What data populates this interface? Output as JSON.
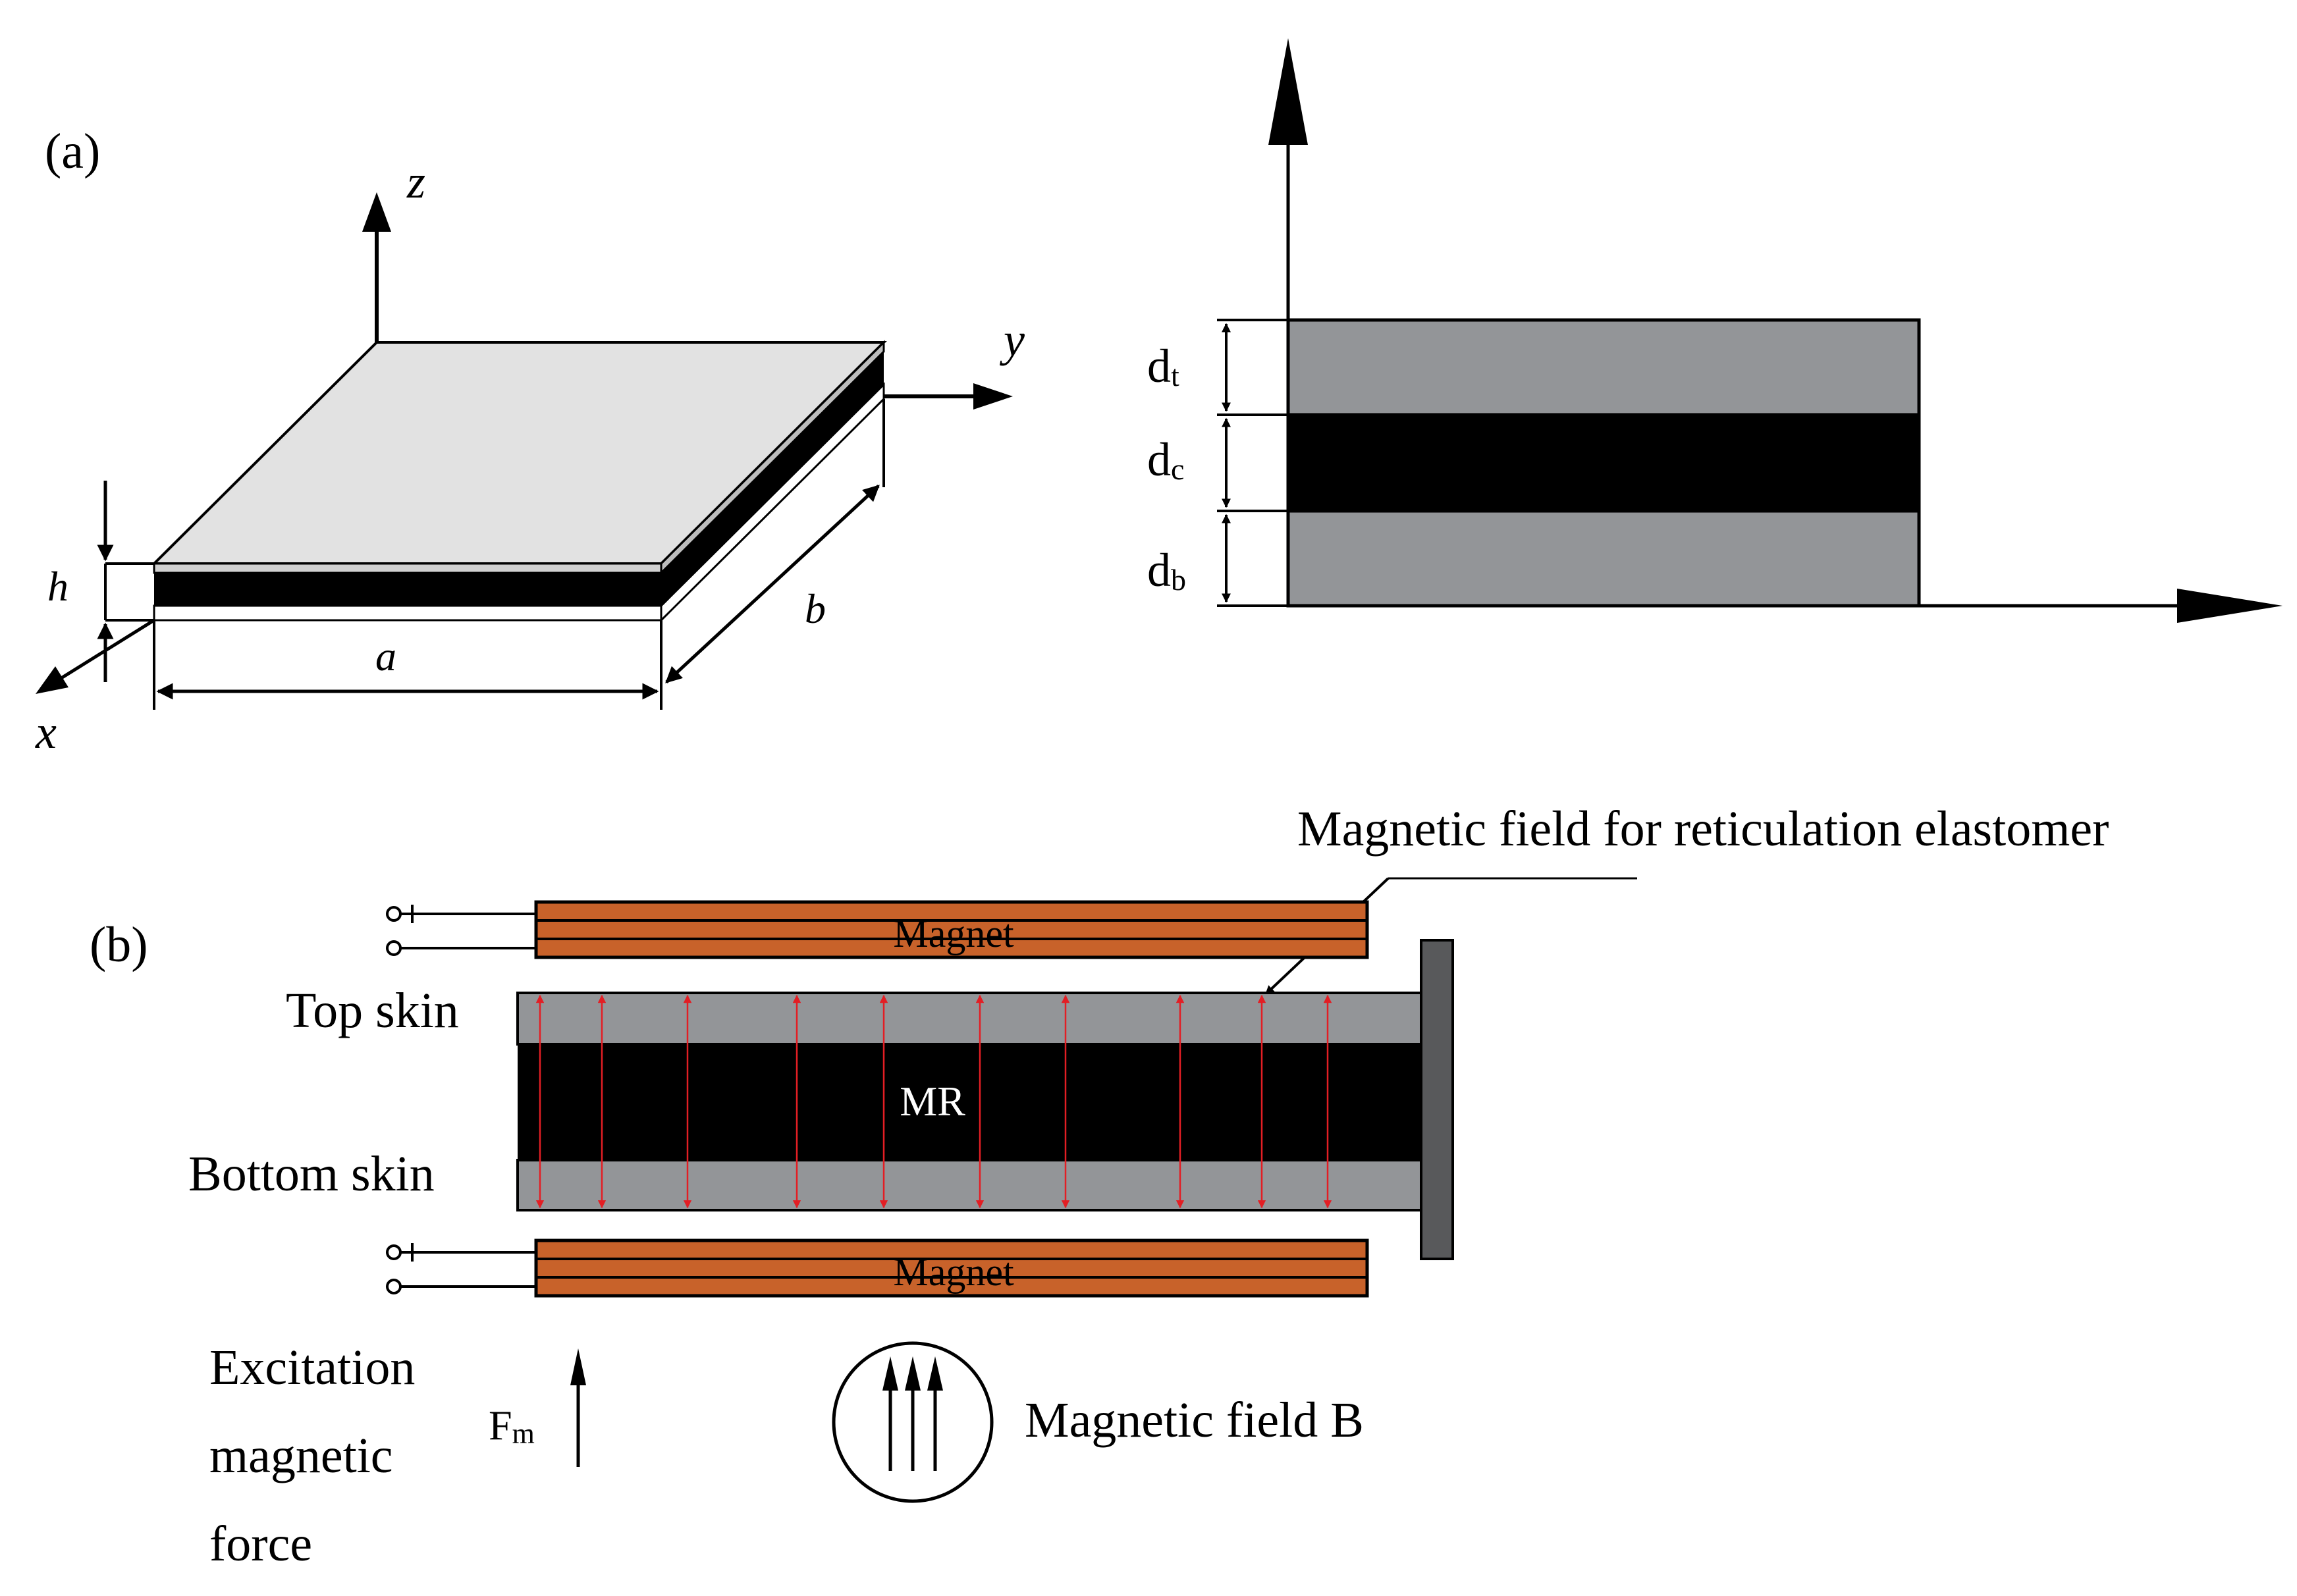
{
  "panel_a": {
    "label": "(a)",
    "axes": {
      "x": "x",
      "y": "y",
      "z": "z"
    },
    "dims": {
      "a": "a",
      "b": "b",
      "h": "h"
    },
    "layers": [
      {
        "symbol": "d",
        "sub": "t",
        "color": "#939598"
      },
      {
        "symbol": "d",
        "sub": "c",
        "color": "#000000"
      },
      {
        "symbol": "d",
        "sub": "b",
        "color": "#939598"
      }
    ]
  },
  "panel_b": {
    "label": "(b)",
    "callout": "Magnetic field for reticulation elastomer",
    "magnet_top": "Magnet",
    "magnet_bottom": "Magnet",
    "top_skin": "Top skin",
    "core": "MR",
    "bottom_skin": "Bottom skin",
    "excitation": [
      "Excitation",
      "magnetic",
      "force"
    ],
    "force_symbol": "F",
    "force_sub": "m",
    "field_label": "Magnetic field B"
  },
  "colors": {
    "skin": "#939598",
    "core": "#000000",
    "magnet": "#c8622a",
    "field_lines": "#e31e24",
    "clamp": "#58595b",
    "plate_top": "#e2e2e2"
  }
}
